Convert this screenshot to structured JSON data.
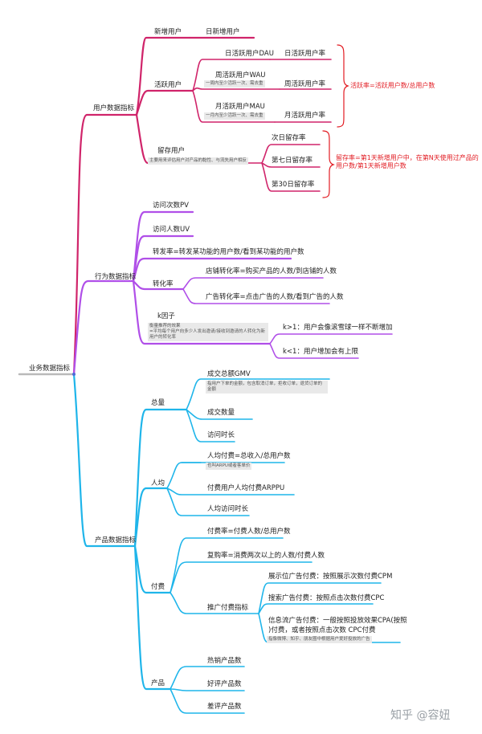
{
  "root": "业务数据指标",
  "colors": {
    "user": "#d0246a",
    "behavior": "#b04fe8",
    "product": "#1fb5ea",
    "annotation": "#e21c23",
    "root": "#6c6c6c"
  },
  "user": {
    "title": "用户数据指标",
    "new_users": "新增用户",
    "daily_new": "日新增用户",
    "active": "活跃用户",
    "dau": "日活跃用户DAU",
    "dau_rate": "日活跃用户率",
    "wau": "周活跃用户WAU",
    "wau_note": "一周内至少活跃一次、需去重",
    "wau_rate": "周活跃用户率",
    "mau": "月活跃用户MAU",
    "mau_note": "一月内至少活跃一次、需去重",
    "mau_rate": "月活跃用户率",
    "active_formula": "活跃率=活跃用户数/总用户数",
    "retention": "留存用户",
    "retention_note": "主要用来评估用户对产品的黏性、与流失用户相反",
    "day1": "次日留存率",
    "day7": "第七日留存率",
    "day30": "第30日留存率",
    "retention_formula": "留存率=第1天新增用户中，在第N天使用过产品的用户数/第1天新增用户数"
  },
  "behavior": {
    "title": "行为数据指标",
    "pv": "访问次数PV",
    "uv": "访问人数UV",
    "share_rate": "转发率=转发某功能的用户数/看到某功能的用户数",
    "conversion": "转化率",
    "store_conv": "店铺转化率=购买产品的人数/到店铺的人数",
    "ad_conv": "广告转化率=点击广告的人数/看到广告的人数",
    "kfactor": "k因子",
    "kfactor_note": "衡量推荐的效果\n=平均每个用户向多少人发出邀请/接收到邀请的人转化为新用户的转化率",
    "k_gt": "k>1：用户会像滚雪球一样不断增加",
    "k_lt": "k<1：用户增加会有上限"
  },
  "product": {
    "title": "产品数据指标",
    "total": "总量",
    "gmv": "成交总额GMV",
    "gmv_note": "指用户下单的金额，包含取消订单，拒收订单，退货订单的金额",
    "deals": "成交数量",
    "visit_time": "访问时长",
    "per_capita": "人均",
    "arpu": "人均付费=总收入/总用户数",
    "arpu_note": "也叫ARPU或者客单价",
    "arppu": "付费用户人均付费ARPPU",
    "avg_visit": "人均访问时长",
    "paid": "付费",
    "pay_rate": "付费率=付费人数/总用户数",
    "repurchase": "复购率=消费两次以上的人数/付费人数",
    "promo": "推广付费指标",
    "cpm": "展示位广告付费：按照展示次数付费CPM",
    "cpc": "搜索广告付费：按照点击次数付费CPC",
    "cpa_line1": "信息流广告付费：一般按照投放效果CPA(按照",
    "cpa_line2": ")付费，或者按照点击次数 CPC付费",
    "cpa_note": "指像微博、知乎、朋友圈中根据用户爱好投放的广告",
    "products": "产品",
    "hot": "热销产品数",
    "good": "好评产品数",
    "bad": "差评产品数"
  },
  "watermark": "知乎 @容妞"
}
